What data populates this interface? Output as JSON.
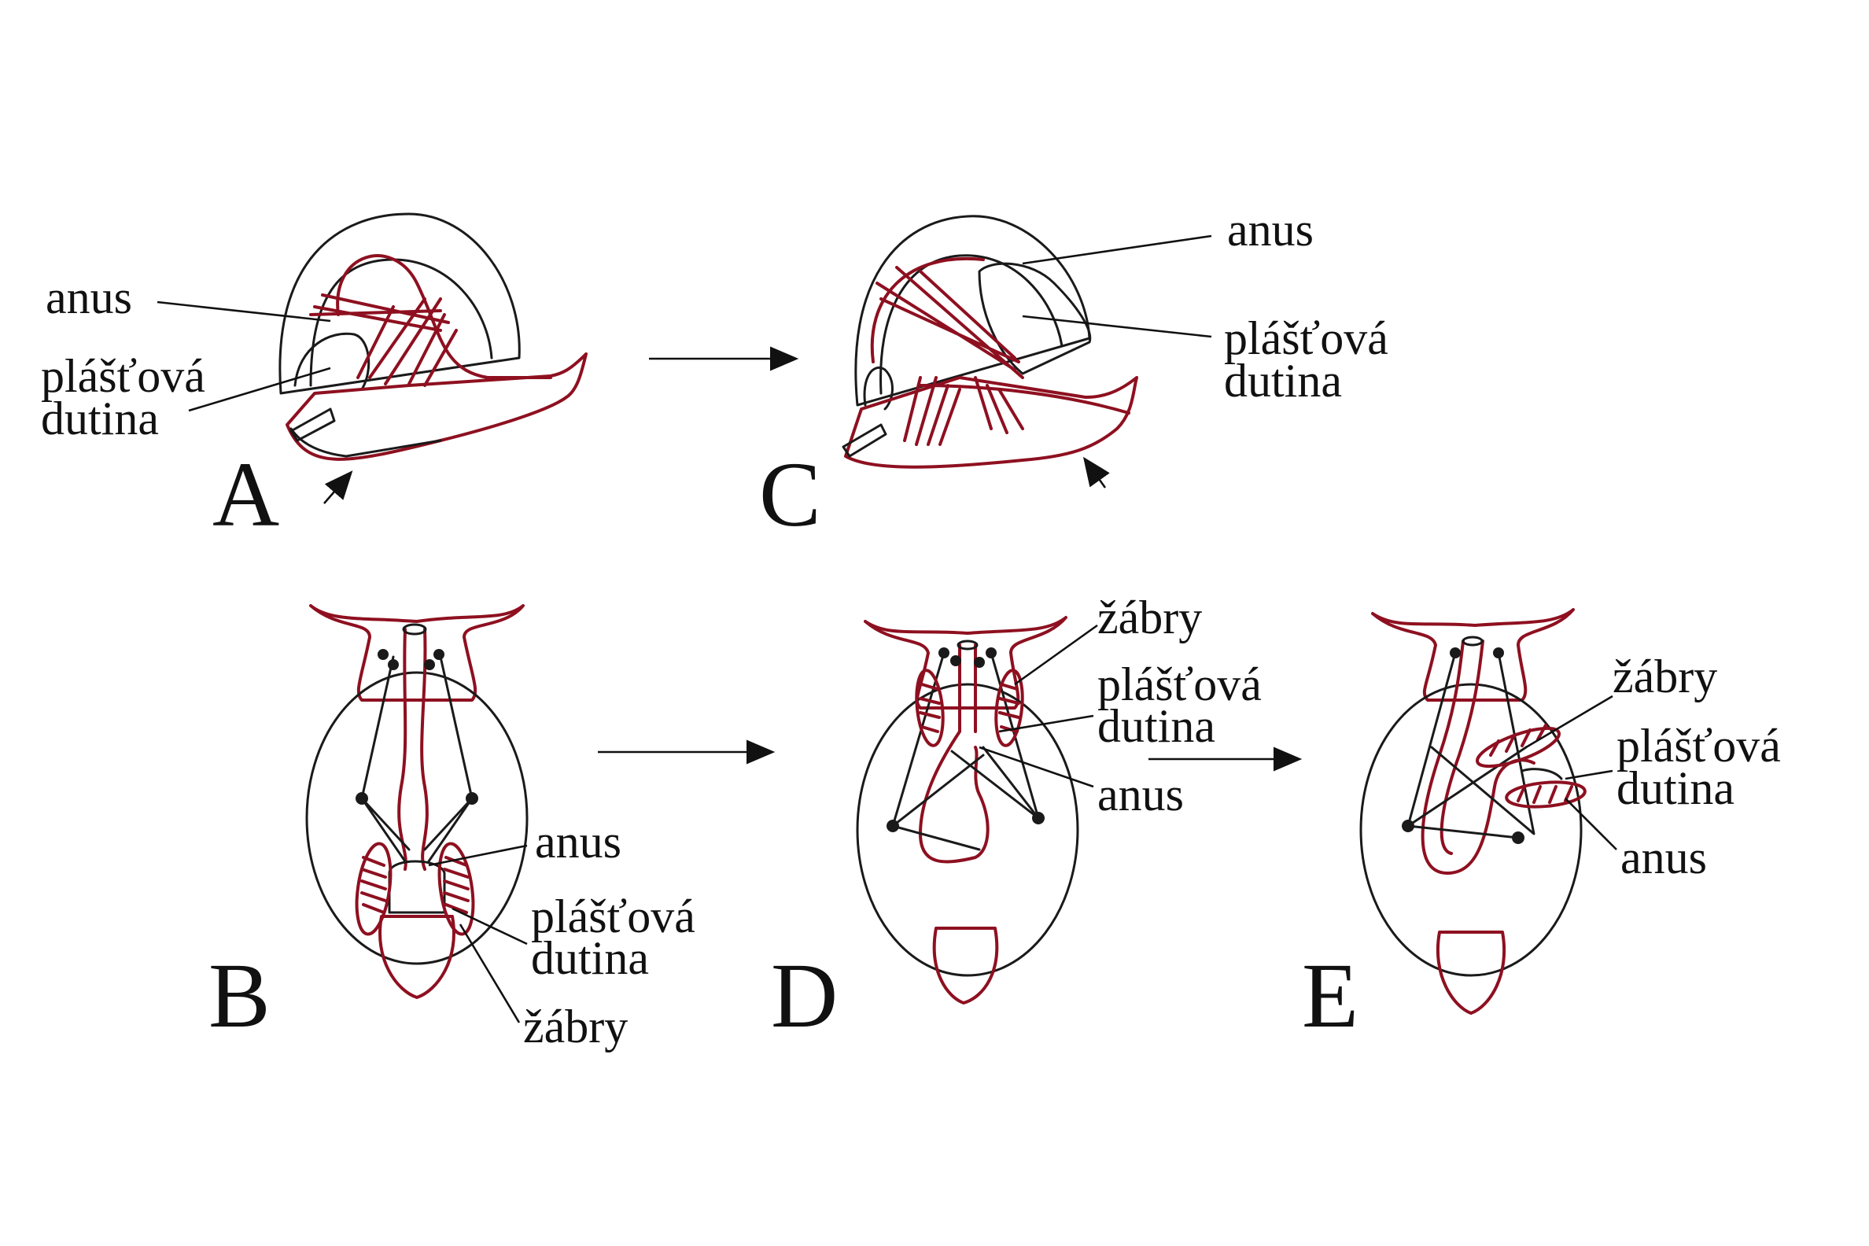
{
  "labels": {
    "anus": "anus",
    "mantle_cavity_line1": "plášťová",
    "mantle_cavity_line2": "dutina",
    "gills": "žábry"
  },
  "panels": {
    "A": "A",
    "B": "B",
    "C": "C",
    "D": "D",
    "E": "E"
  },
  "colors": {
    "ink": "#1a1a1a",
    "accent_red": "#8e1020",
    "background": "#ffffff"
  }
}
